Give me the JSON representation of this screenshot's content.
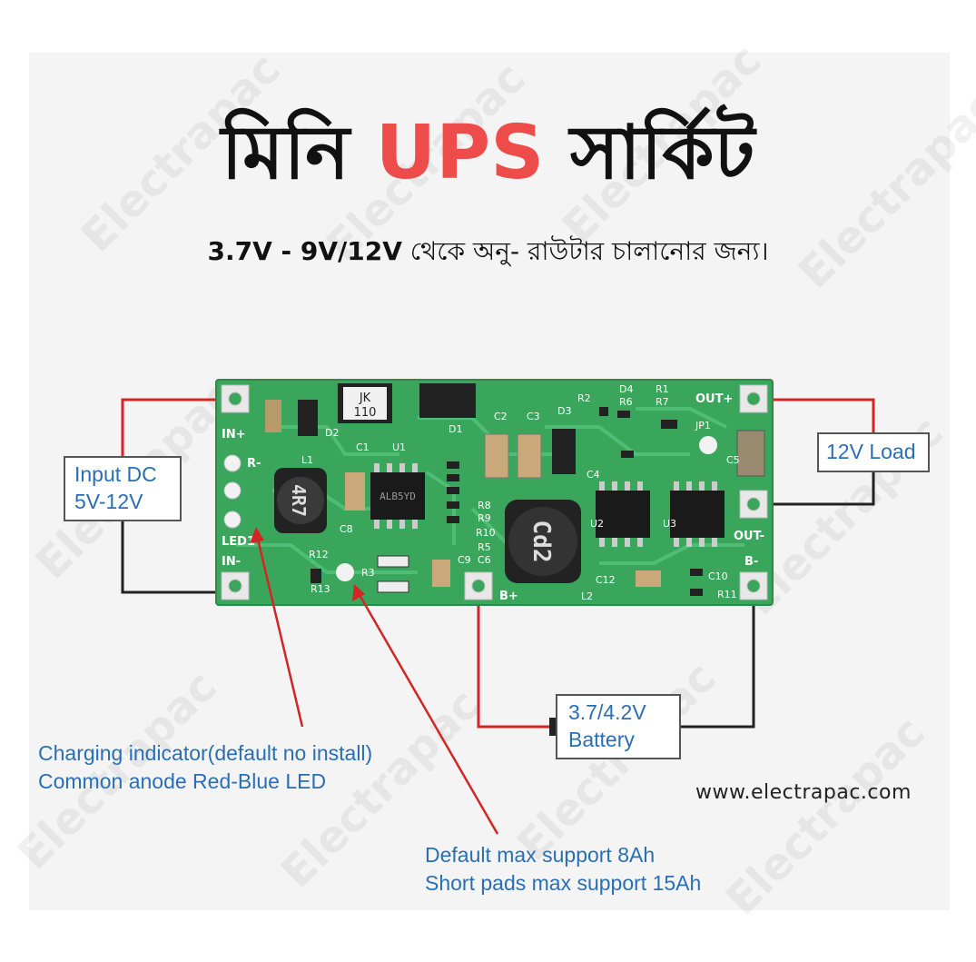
{
  "title": {
    "part1": "মিনি ",
    "highlight": "UPS",
    "part2": " সার্কিট"
  },
  "subtitle": {
    "bold": "3.7V - 9V/12V",
    "rest": " থেকে অনু- রাউটার চালানোর জন্য।"
  },
  "labels": {
    "input_line1": "Input DC",
    "input_line2": "5V-12V",
    "load": "12V Load",
    "battery_line1": "3.7/4.2V",
    "battery_line2": "Battery"
  },
  "notes": {
    "led_line1": "Charging indicator(default no install)",
    "led_line2": "Common anode Red-Blue LED",
    "pads_line1": "Default max support 8Ah",
    "pads_line2": "Short pads max support 15Ah"
  },
  "website": "www.electrapac.com",
  "watermark": "Electrapac",
  "pcb": {
    "pins": {
      "in_plus": "IN+",
      "in_minus": "IN-",
      "out_plus": "OUT+",
      "out_minus": "OUT-",
      "b_plus": "B+",
      "b_minus": "B-",
      "led": "LED1",
      "r_minus": "R-"
    },
    "ic_marking": "ALB5YD",
    "jk_line1": "JK",
    "jk_line2": "110",
    "inductor_small": "4R7",
    "inductor_large": "Cd2",
    "refs": [
      "D2",
      "D1",
      "C1",
      "U1",
      "L1",
      "C8",
      "R12",
      "R13",
      "C3",
      "C2",
      "D3",
      "D4",
      "R1",
      "R6",
      "R7",
      "JP1",
      "C5",
      "U2",
      "U3",
      "R8",
      "R9",
      "R10",
      "R5",
      "C6",
      "C9",
      "L2",
      "C12",
      "C10",
      "R11",
      "R2",
      "R3",
      "C4"
    ]
  },
  "colors": {
    "accent": "#ee4b4b",
    "label_text": "#2a6fb5",
    "pcb": "#3aa65c",
    "wire_red": "#d42525",
    "wire_black": "#222222"
  }
}
